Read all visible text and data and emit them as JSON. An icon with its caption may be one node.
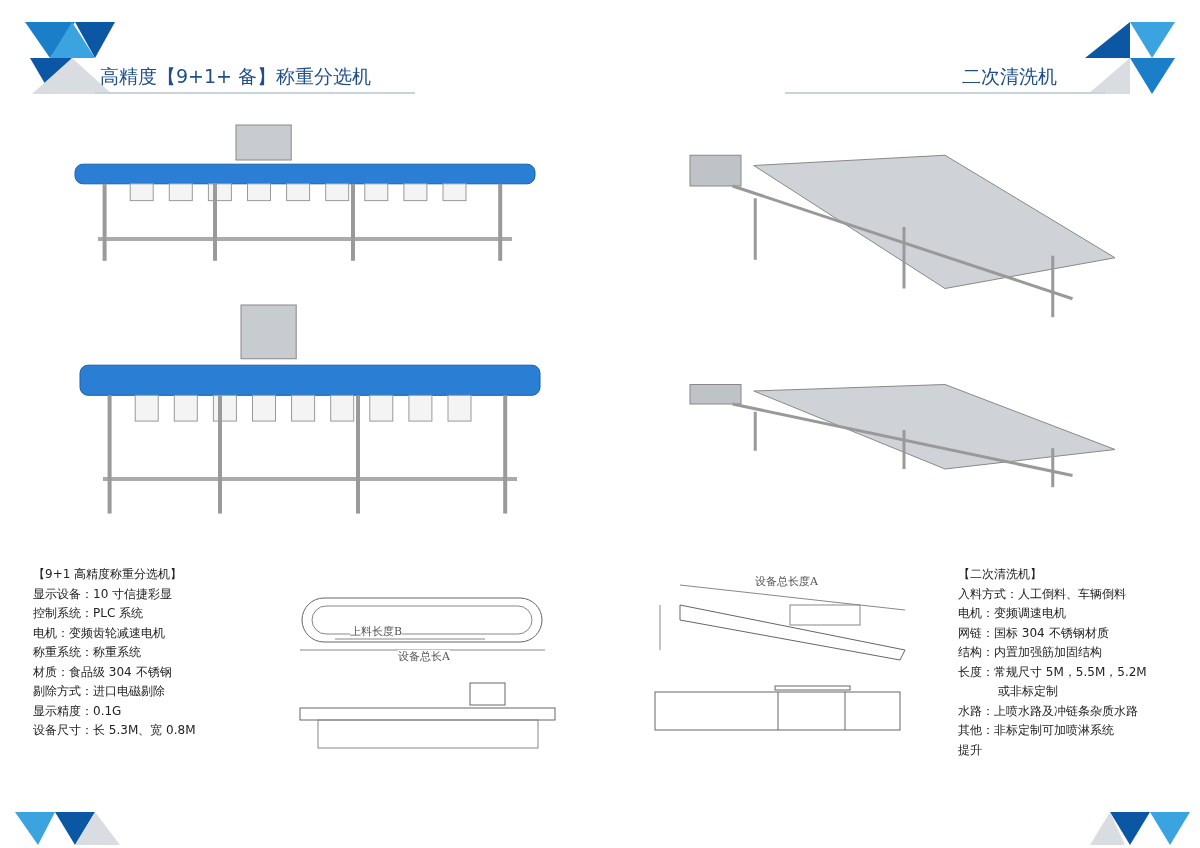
{
  "diagram": {
    "labels": [
      "高精度【9+1+ 备】称重分选机",
      "二次清洗机",
      "【9+1 高精度称重分选机】",
      "显示设备：10 寸信捷彩显",
      "控制系统：PLC 系统",
      "电机：变频齿轮减速电机",
      "称重系统：称重系统",
      "材质：食品级 304 不锈钢",
      "剔除方式：进口电磁剔除",
      "显示精度：0.1G",
      "设备尺寸：长 5.3M、宽 0.8M",
      "上料长度B",
      "设备总长A",
      "设备总长度A",
      "【二次清洗机】",
      "入料方式：人工倒料、车辆倒料",
      "电机：变频调速电机",
      "网链：国标 304 不锈钢材质",
      "结构：内置加强筋加固结构",
      "长度：常规尺寸 5M，5.5M，5.2M 或非标定制",
      "水路：上喷水路及冲链条杂质水路",
      "其他：非标定制可加喷淋系统",
      "提升"
    ]
  }
}
